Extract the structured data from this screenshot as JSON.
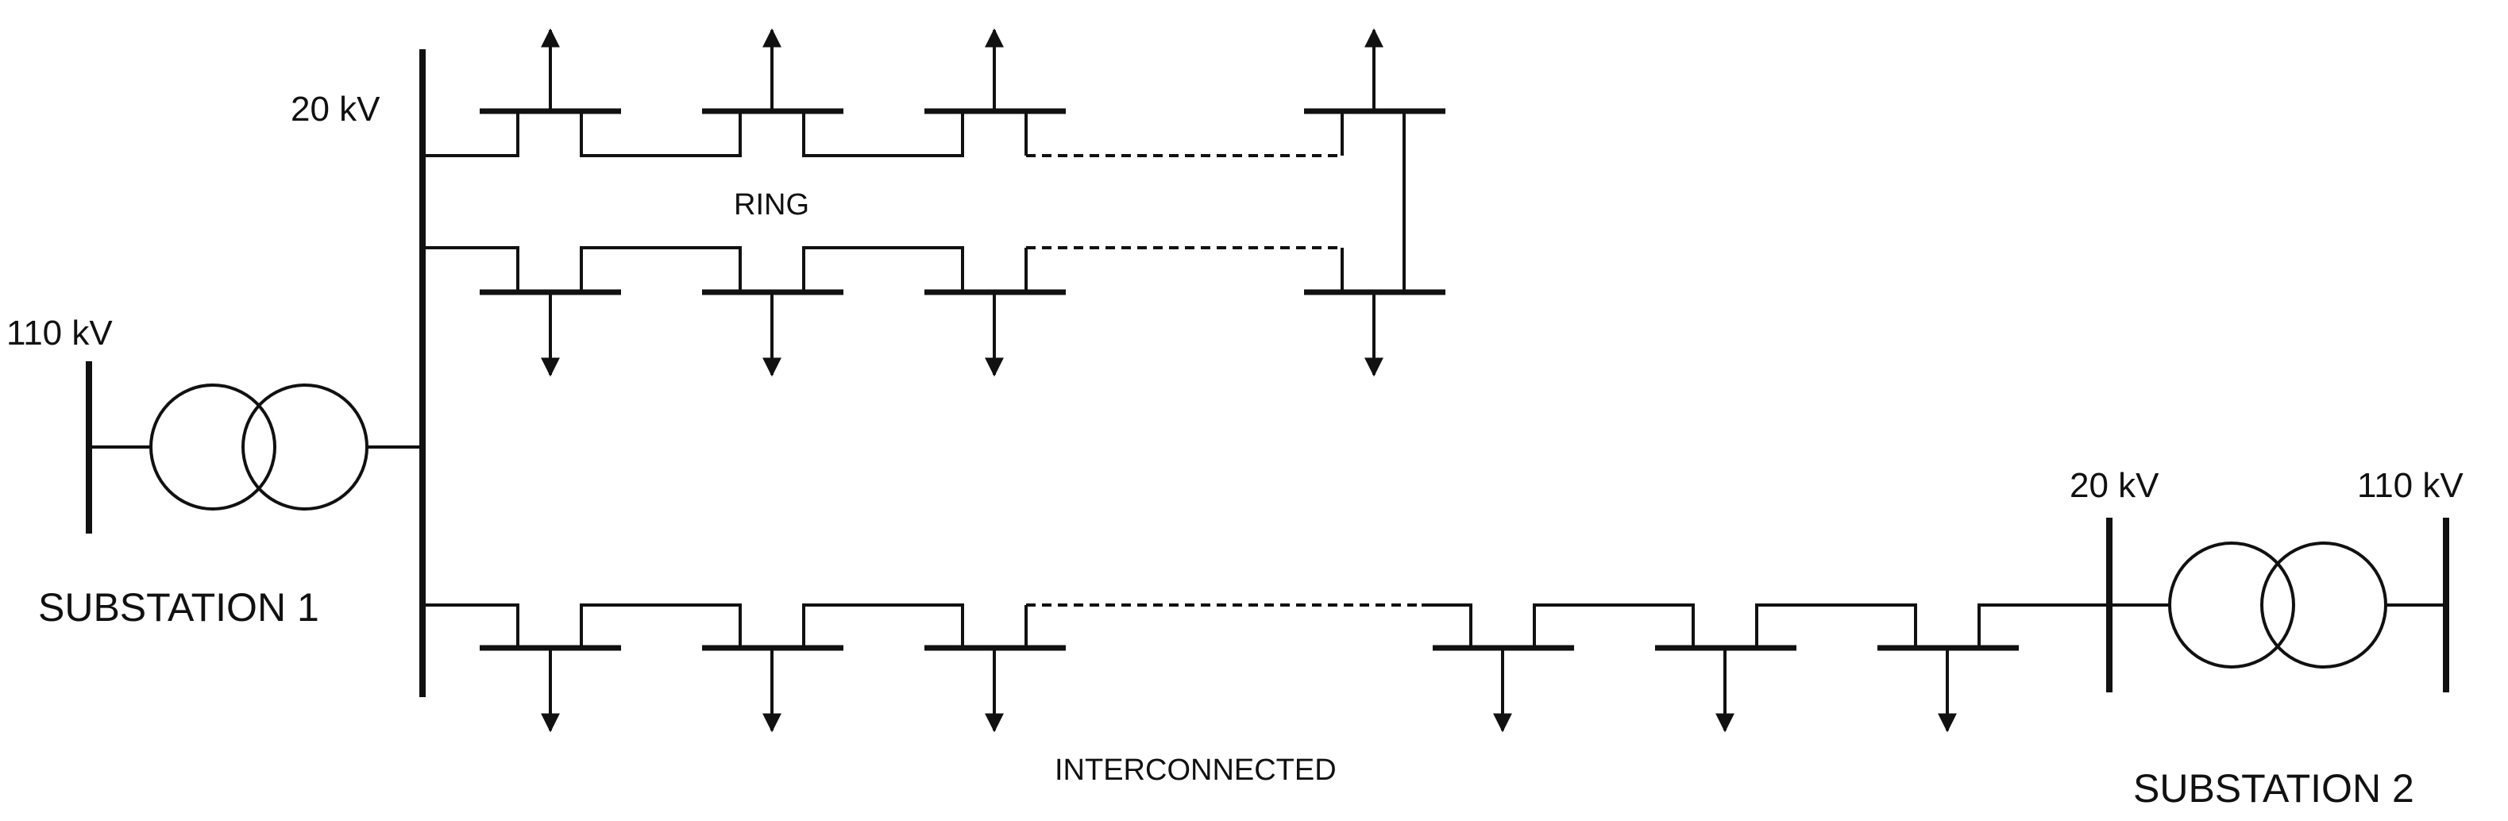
{
  "labels": {
    "sub1_hv": "110 kV",
    "sub1_mv": "20 kV",
    "sub1_name": "SUBSTATION 1",
    "sub2_mv": "20 kV",
    "sub2_hv": "110 kV",
    "sub2_name": "SUBSTATION 2",
    "ring": "RING",
    "interconnected": "INTERCONNECTED"
  },
  "colors": {
    "line": "#111111",
    "background": "#ffffff"
  }
}
